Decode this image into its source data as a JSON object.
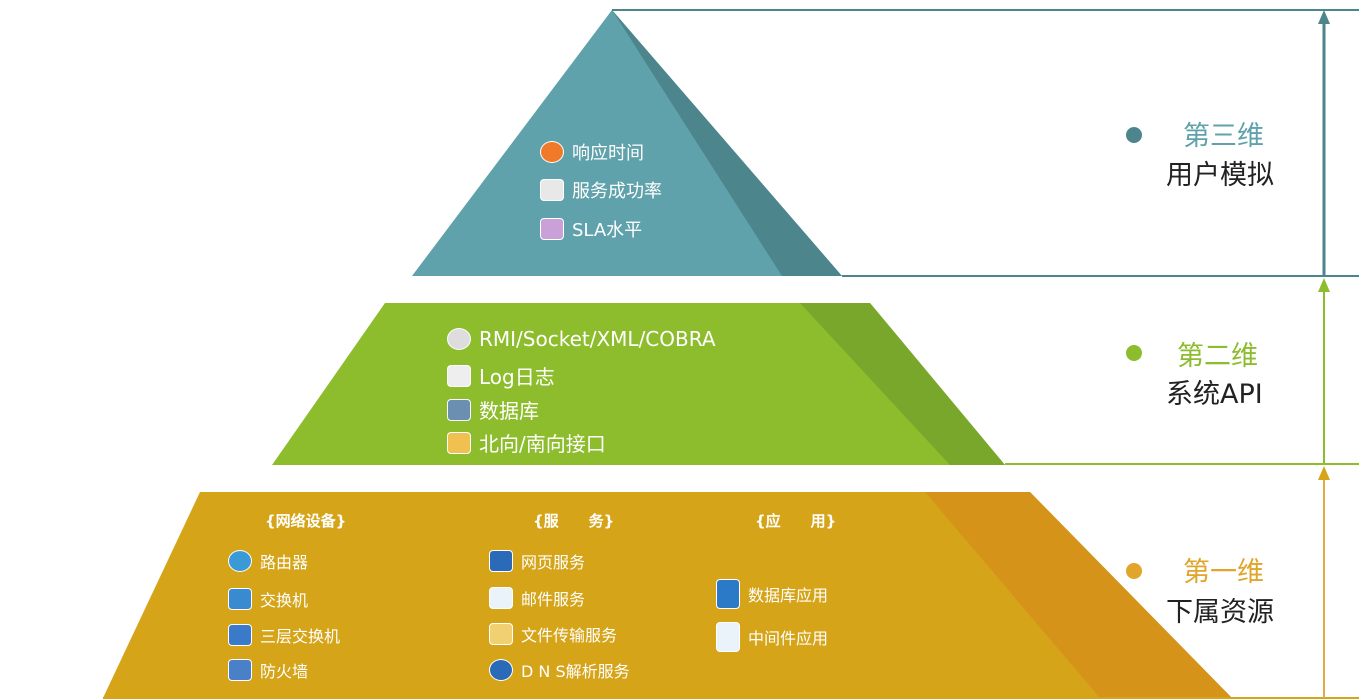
{
  "colors": {
    "tier3": "#5fa2ab",
    "tier2": "#8dbd2d",
    "tier1": "#d5a418"
  },
  "tier3": {
    "items": [
      {
        "icon": "alarm-clock-icon",
        "label": "响应时间"
      },
      {
        "icon": "chart-icon",
        "label": "服务成功率"
      },
      {
        "icon": "sla-icon",
        "label": "SLA水平"
      }
    ],
    "title": "第三维",
    "subtitle": "用户模拟"
  },
  "tier2": {
    "items": [
      {
        "icon": "gear-icon",
        "label": "RMI/Socket/XML/COBRA"
      },
      {
        "icon": "log-icon",
        "label": "Log日志"
      },
      {
        "icon": "database-icon",
        "label": "数据库"
      },
      {
        "icon": "interface-icon",
        "label": "北向/南向接口"
      }
    ],
    "title": "第二维",
    "subtitle": "系统API"
  },
  "tier1": {
    "title": "第一维",
    "subtitle": "下属资源",
    "columns": [
      {
        "header": "{网络设备}",
        "items": [
          {
            "icon": "router-icon",
            "label": "路由器"
          },
          {
            "icon": "switch-icon",
            "label": "交换机"
          },
          {
            "icon": "l3-switch-icon",
            "label": "三层交换机"
          },
          {
            "icon": "firewall-icon",
            "label": "防火墙"
          }
        ]
      },
      {
        "header": "{服　　务}",
        "items": [
          {
            "icon": "web-icon",
            "label": "网页服务"
          },
          {
            "icon": "mail-icon",
            "label": "邮件服务"
          },
          {
            "icon": "ftp-icon",
            "label": "文件传输服务"
          },
          {
            "icon": "dns-icon",
            "label": "D N S解析服务"
          }
        ]
      },
      {
        "header": "{应　　用}",
        "items": [
          {
            "icon": "database-app-icon",
            "label": "数据库应用"
          },
          {
            "icon": "middleware-icon",
            "label": "中间件应用"
          }
        ]
      }
    ]
  }
}
